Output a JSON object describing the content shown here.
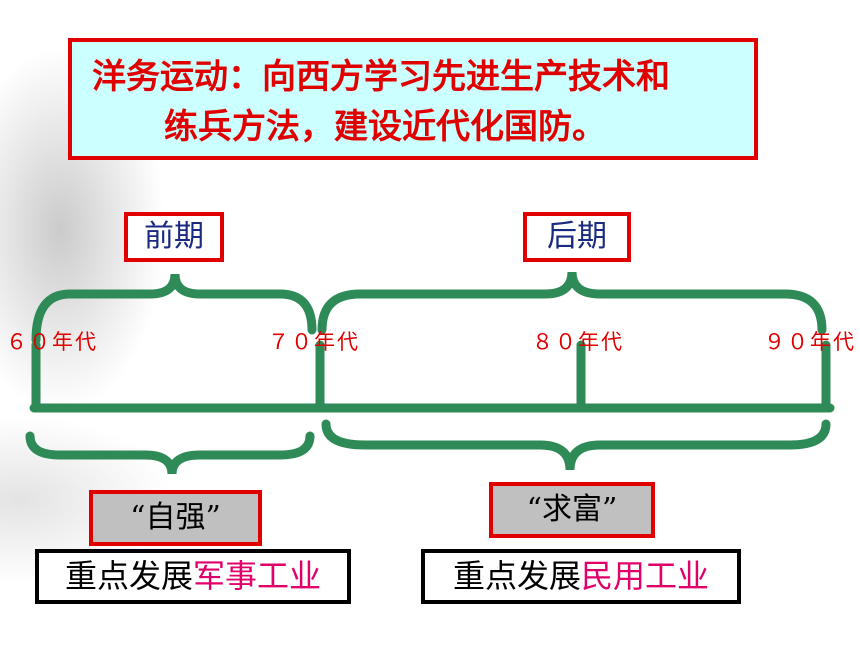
{
  "title": {
    "line1": "洋务运动：向西方学习先进生产技术和",
    "line2": "练兵方法，建设近代化国防。"
  },
  "phases": {
    "early": "前期",
    "late": "后期"
  },
  "timeline": {
    "labels": [
      "６０年代",
      "７０年代",
      "８０年代",
      "９０年代"
    ]
  },
  "goals": {
    "early": "“自强”",
    "late": "“求富”"
  },
  "focus": {
    "early": {
      "prefix": "重点发展",
      "highlight": "军事工业"
    },
    "late": {
      "prefix": "重点发展",
      "highlight": "民用工业"
    }
  },
  "colors": {
    "accent_red": "#e00000",
    "timeline_green": "#2e8b57",
    "title_bg": "#ccffff",
    "phase_text": "#1a2a80",
    "highlight_pink": "#e0006a"
  }
}
